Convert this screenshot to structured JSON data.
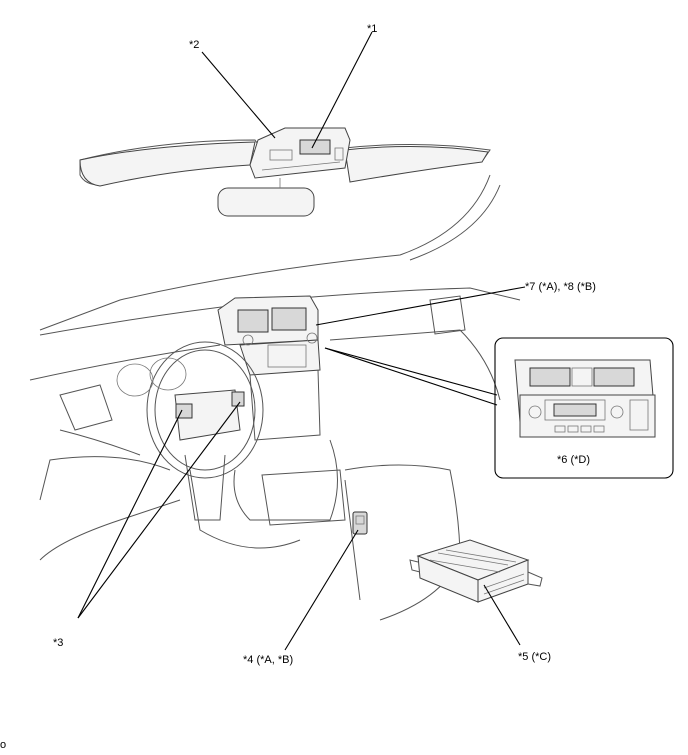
{
  "callouts": {
    "c1": "*1",
    "c2": "*2",
    "c3": "*3",
    "c4": "*4 (*A, *B)",
    "c5": "*5 (*C)",
    "c6": "*6 (*D)",
    "c7": "*7 (*A), *8 (*B)"
  },
  "footer": "o"
}
